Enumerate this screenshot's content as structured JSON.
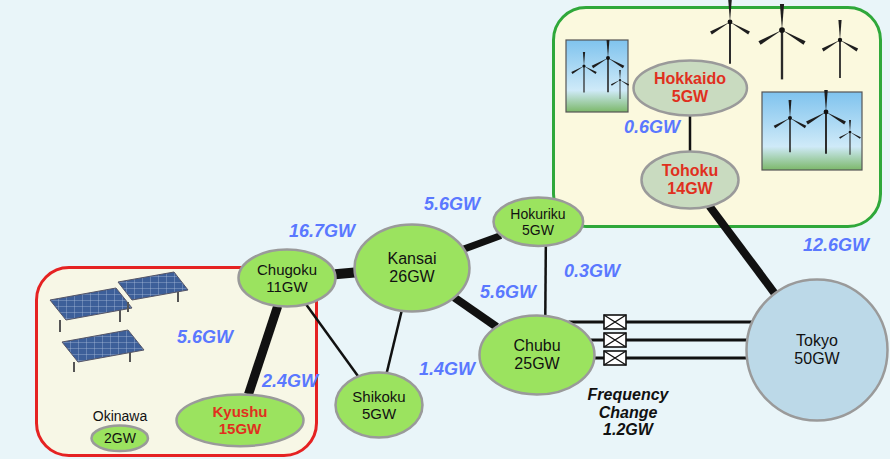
{
  "diagram": {
    "nodes": [
      {
        "text": []
      },
      {
        "text": [
          "Hokkaido",
          "5GW"
        ],
        "in": 0
      },
      {
        "text": [
          "Tohoku",
          "14GW"
        ],
        "in": 0
      },
      {
        "text": [
          "Hokuriku",
          "5GW"
        ]
      },
      {
        "text": [
          "Chugoku",
          "11GW"
        ]
      },
      {
        "text": [
          "Kansai",
          "26GW"
        ]
      },
      {
        "text": [
          "Tokyo",
          "50GW"
        ]
      },
      {
        "text": []
      },
      {
        "text": [
          "Kyushu",
          "15GW"
        ],
        "in": 7
      },
      {
        "text": [
          "Shikoku",
          "5GW"
        ]
      },
      {
        "text": [
          "Chubu",
          "25GW"
        ]
      },
      {
        "text": [
          "Okinawa",
          "2GW"
        ],
        "in": 7
      }
    ],
    "edges": [
      {
        "from": 1,
        "to": 2,
        "label": "0.6GW",
        "arrow": "none"
      },
      {
        "from": 2,
        "to": 6,
        "label": "12.6GW",
        "arrow": "none"
      },
      {
        "from": 3,
        "to": 5,
        "label": "5.6GW",
        "arrow": "none"
      },
      {
        "from": 4,
        "to": 5,
        "label": "16.7GW",
        "arrow": "none"
      },
      {
        "from": 3,
        "to": 10,
        "label": "0.3GW",
        "arrow": "none"
      },
      {
        "from": 5,
        "to": 10,
        "label": "5.6GW",
        "arrow": "none"
      },
      {
        "from": 4,
        "to": 8,
        "label": "5.6GW",
        "arrow": "none"
      },
      {
        "from": 4,
        "to": 9,
        "label": "2.4GW",
        "arrow": "none"
      },
      {
        "from": 5,
        "to": 9,
        "label": "1.4GW",
        "arrow": "none"
      },
      {
        "from": 10,
        "to": 6,
        "label": "Frequency Change 1.2GW",
        "arrow": "none"
      }
    ]
  }
}
